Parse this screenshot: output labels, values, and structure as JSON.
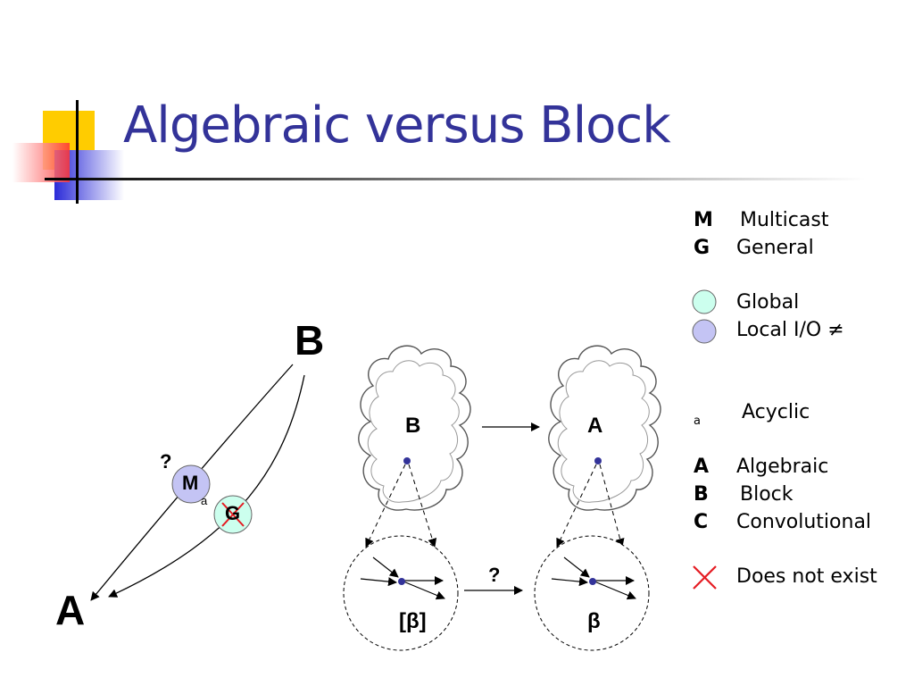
{
  "title": "Algebraic versus Block",
  "legend": {
    "items": [
      {
        "key": "M",
        "text": "Multicast"
      },
      {
        "key": "G",
        "text": "General"
      },
      {
        "key": "circle-global",
        "text": "Global"
      },
      {
        "key": "circle-local",
        "text": "Local I/O ≠"
      },
      {
        "key": "a",
        "text": "Acyclic"
      },
      {
        "key": "A",
        "text": "Algebraic"
      },
      {
        "key": "B",
        "text": "Block"
      },
      {
        "key": "C",
        "text": "Convolutional"
      },
      {
        "key": "cross",
        "text": "Does not exist"
      }
    ],
    "colors": {
      "global": "#ccffee",
      "local": "#c4c4f4",
      "cross": "#e51c23"
    }
  },
  "diagram": {
    "label_B": "B",
    "label_A": "A",
    "question_left": "?",
    "node_M": "M",
    "node_M_sub": "a",
    "node_G": "G",
    "cloud_B": "B",
    "cloud_A": "A",
    "question_middle": "?",
    "circle_left": "[β]",
    "circle_right": "β"
  },
  "colors": {
    "title": "#333399"
  }
}
